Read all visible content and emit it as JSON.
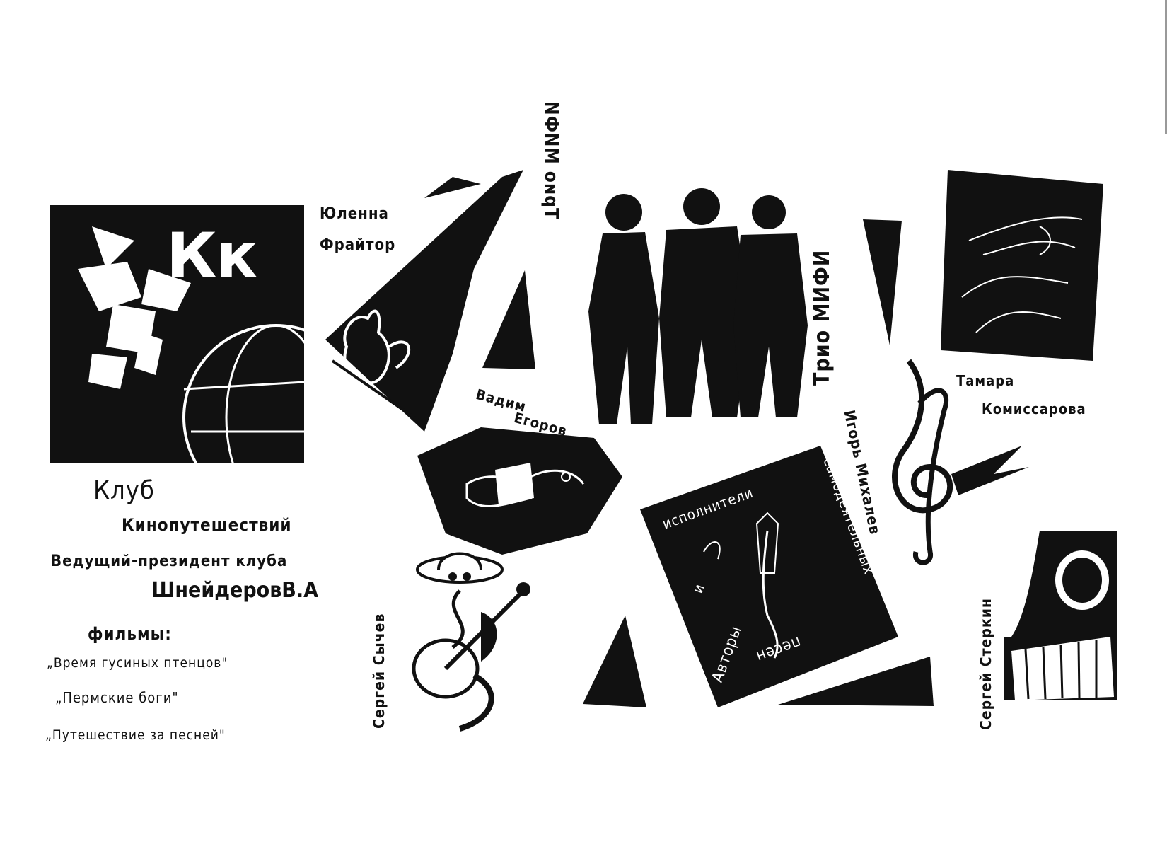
{
  "left_panel": {
    "logo_letters": "Кк",
    "club_title_line1": "Клуб",
    "club_title_line2": "Кинопутешествий",
    "host_caption": "Ведущий-президент клуба",
    "host_name": "ШнейдеровВ.А",
    "films_heading": "фильмы:",
    "films": [
      "„Время гусиных птенцов\"",
      "„Пермские боги\"",
      "„Путешествие за песней\""
    ]
  },
  "performers": {
    "julenna": {
      "line1": "Юленна",
      "line2": "Фрайтор"
    },
    "vadim": {
      "line1": "Вадим",
      "line2": "Егоров"
    },
    "sergey_sychev": "Сергей Сычев",
    "trio_mifi_mirrored": "Трио МИФИ",
    "trio_mifi": "Трио МИФИ",
    "igor_mikhalev": "Игорь Михалев",
    "tamara": {
      "line1": "Тамара",
      "line2": "Комиссарова"
    },
    "sergey_sterkin": "Сергей Стеркин"
  },
  "album_block": {
    "word_authors": "Авторы",
    "word_and": "и",
    "word_performers": "исполнители",
    "word_amateur": "самодеятельных",
    "word_songs": "песен"
  },
  "colors": {
    "ink": "#111111",
    "paper": "#ffffff"
  }
}
